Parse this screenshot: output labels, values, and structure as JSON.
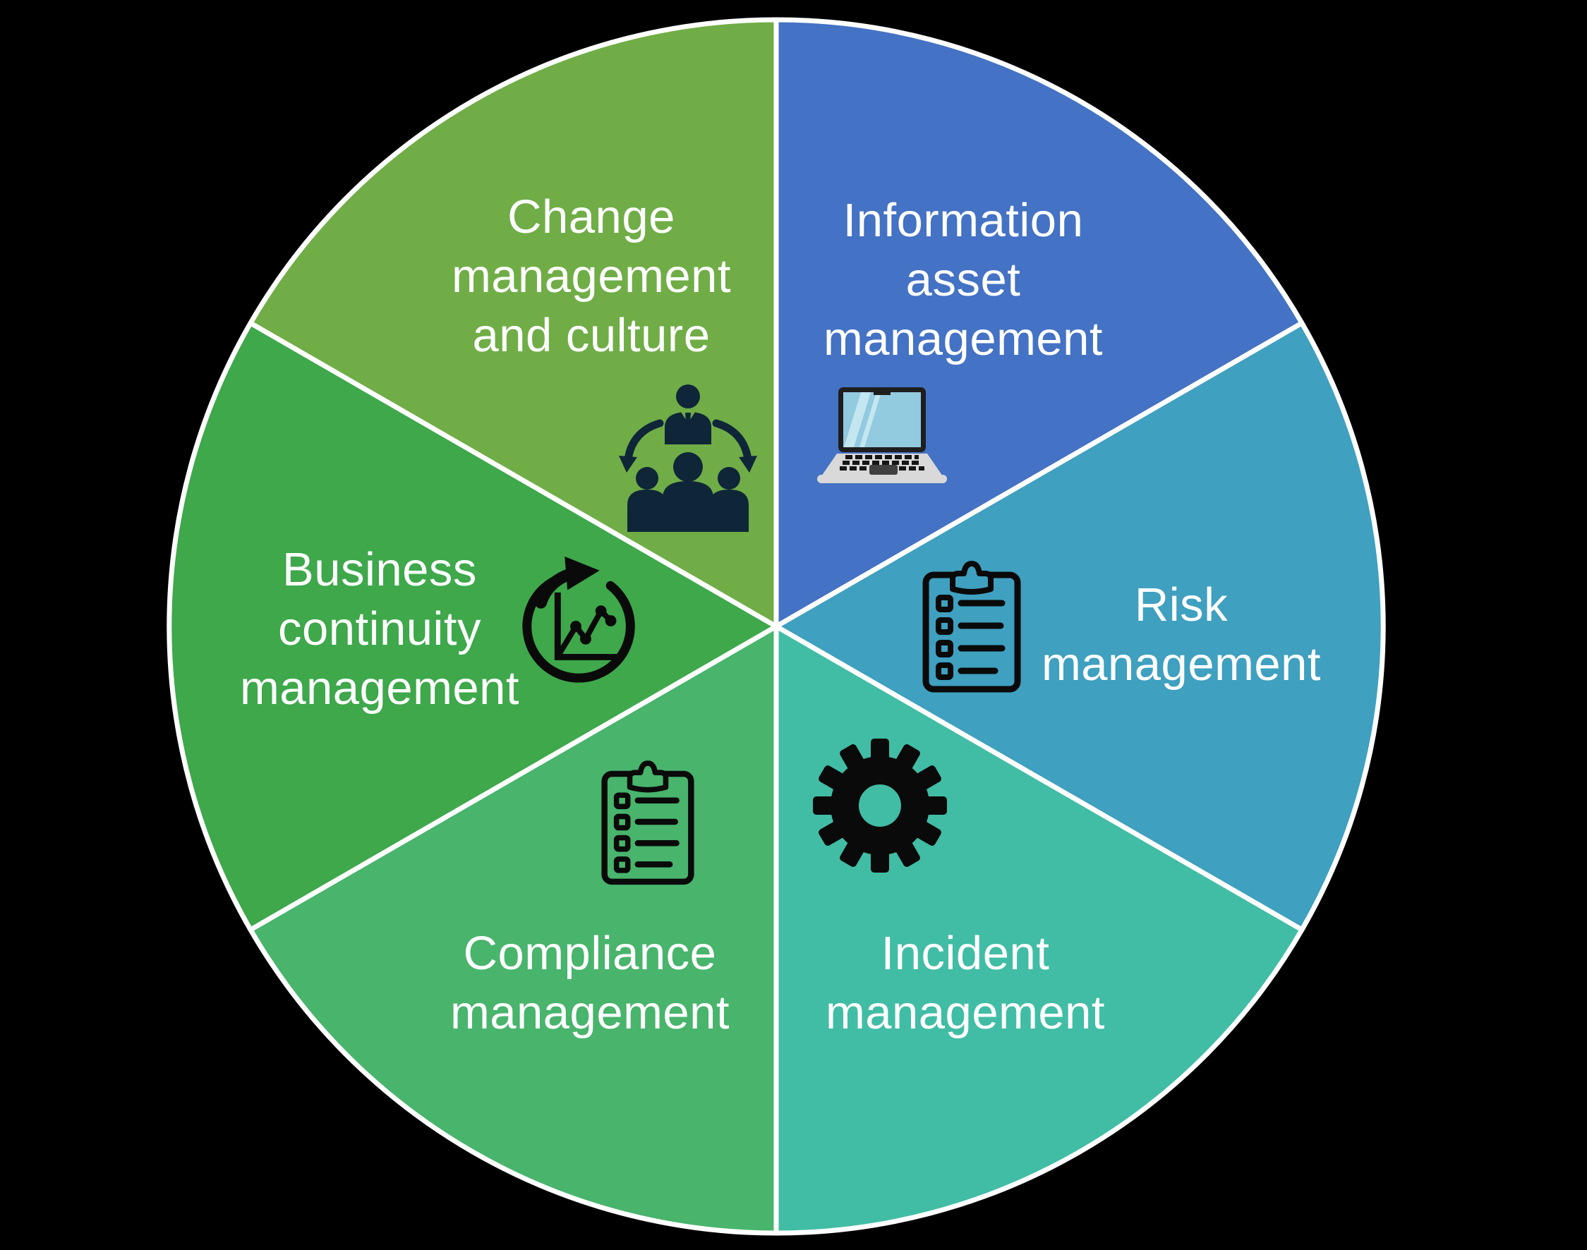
{
  "background_color": "#000000",
  "wheel": {
    "divider_color": "#ffffff",
    "label_color": "#ffffff",
    "segments": [
      {
        "id": "information-asset-management",
        "label": "Information\nasset\nmanagement",
        "color": "#4472C4",
        "icon": "laptop-icon"
      },
      {
        "id": "risk-management",
        "label": "Risk\nmanagement",
        "color": "#3FA0C0",
        "icon": "checklist-clipboard-icon"
      },
      {
        "id": "incident-management",
        "label": "Incident\nmanagement",
        "color": "#41BDA5",
        "icon": "gear-icon"
      },
      {
        "id": "compliance-management",
        "label": "Compliance\nmanagement",
        "color": "#48B46C",
        "icon": "checklist-clipboard-icon"
      },
      {
        "id": "business-continuity-management",
        "label": "Business\ncontinuity\nmanagement",
        "color": "#3EA84B",
        "icon": "cycle-chart-icon"
      },
      {
        "id": "change-management-and-culture",
        "label": "Change\nmanagement\nand culture",
        "color": "#70AD47",
        "icon": "team-hierarchy-icon"
      }
    ]
  },
  "colors": {
    "icon_ink": "#0A0A0A",
    "team_navy": "#0E2638",
    "laptop_frame": "#1E1E1E",
    "laptop_screen": "#92CADF",
    "laptop_stripe": "#C3E6F1",
    "laptop_body": "#D9D9D9",
    "laptop_keys": "#161616",
    "laptop_touchpad": "#404040"
  }
}
